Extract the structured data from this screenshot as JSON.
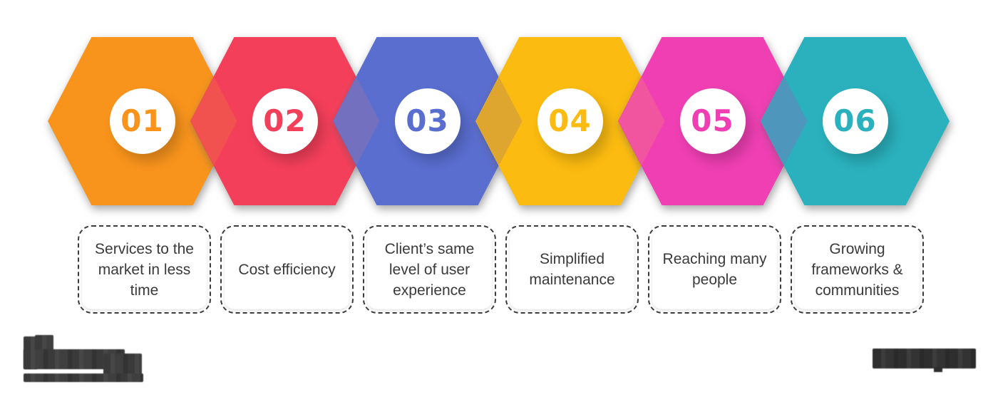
{
  "steps": [
    {
      "number": "01",
      "label": "Services to the market in less time",
      "color": "#F8941C"
    },
    {
      "number": "02",
      "label": "Cost efficiency",
      "color": "#F43F5B"
    },
    {
      "number": "03",
      "label": "Client’s same level of user experience",
      "color": "#5A6ED0"
    },
    {
      "number": "04",
      "label": "Simplified maintenance",
      "color": "#FBBB10"
    },
    {
      "number": "05",
      "label": "Reaching many people",
      "color": "#EF3FB3"
    },
    {
      "number": "06",
      "label": "Growing frameworks & communities",
      "color": "#2AB1BD"
    }
  ],
  "overlap_colors": [
    "#F2524F",
    "#7470C0",
    "#DEA52F",
    "#F2559F",
    "#4E96BC"
  ],
  "card_style": {
    "text_color": "#3A3A3A",
    "border_color": "#3C3C3C",
    "background": "#FFFFFF"
  },
  "footer": {
    "left_logo_redacted": true,
    "right_watermark_redacted": true,
    "redaction_color": "#3D3D3D"
  }
}
